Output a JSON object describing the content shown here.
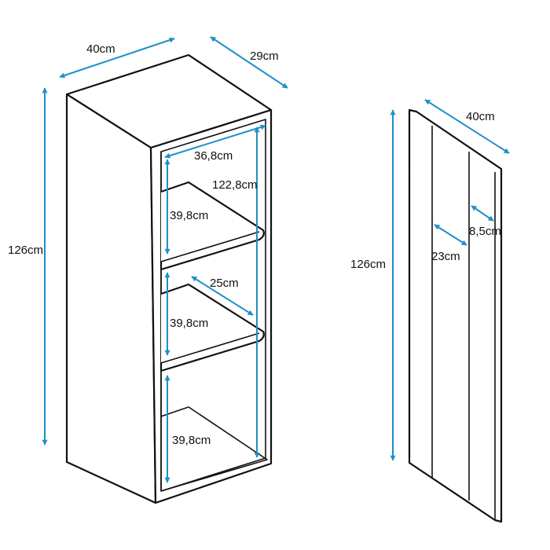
{
  "colors": {
    "dimension": "#1e8fc8",
    "outline": "#111111",
    "background": "#ffffff"
  },
  "cabinet": {
    "width": "40cm",
    "depth": "29cm",
    "height": "126cm",
    "inner_width": "36,8cm",
    "inner_height": "122,8cm",
    "shelf_depth": "25cm",
    "compartment_top": "39,8cm",
    "compartment_middle": "39,8cm",
    "compartment_bottom": "39,8cm"
  },
  "door_panel": {
    "width": "40cm",
    "height": "126cm",
    "groove_offset": "23cm",
    "groove_spacing": "8,5cm"
  }
}
